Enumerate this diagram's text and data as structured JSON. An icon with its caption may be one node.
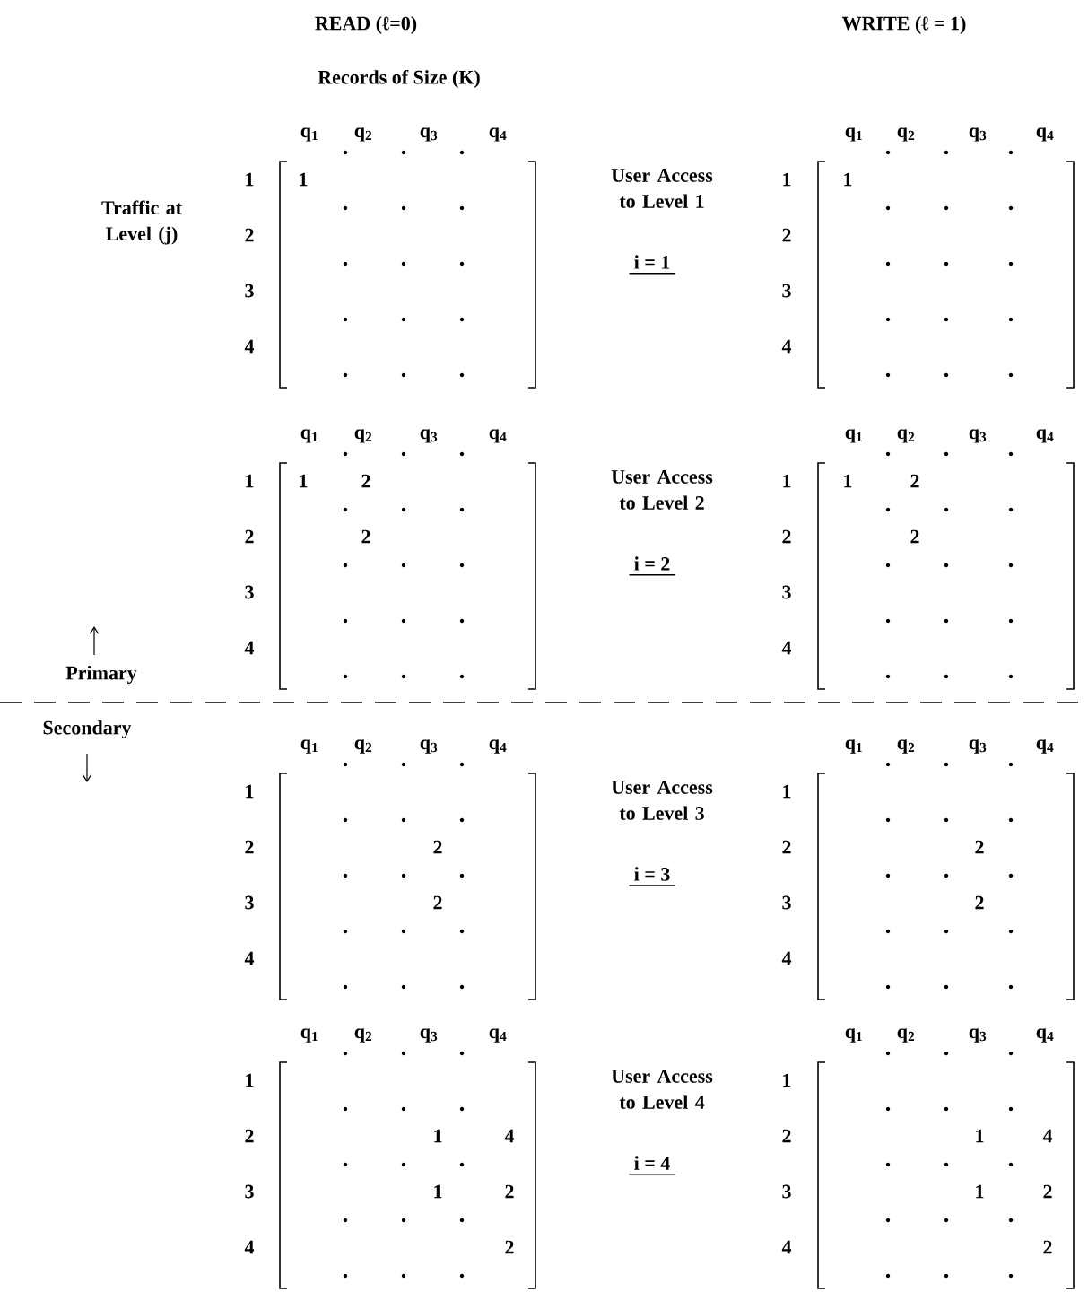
{
  "diagram": {
    "labels": [
      "READ (ℓ=0)",
      "WRITE (ℓ = 1)",
      "Records of Size (K)",
      "Traffic at Level (j)",
      "q$_{1}$",
      "q$_{2}$",
      "q$_{3}$",
      "q$_{4}$",
      "1",
      "2",
      "3",
      "4",
      "1",
      "User Access to Level 1",
      "i = 1",
      "q$_{1}$",
      "q$_{2}$",
      "q$_{3}$",
      "q$_{4}$",
      "1",
      "2",
      "3",
      "4",
      "1",
      "q$_{1}$",
      "q$_{2}$",
      "q$_{3}$",
      "q$_{4}$",
      "1",
      "2",
      "3",
      "4",
      "1",
      "2",
      "2",
      "User Access to Level 2",
      "i = 2",
      "q$_{1}$",
      "q$_{2}$",
      "q$_{3}$",
      "q$_{4}$",
      "1",
      "2",
      "3",
      "4",
      "1",
      "2",
      "2",
      "Primary",
      "Secondary",
      "q$_{1}$",
      "q$_{2}$",
      "q$_{3}$",
      "q$_{4}$",
      "1",
      "2",
      "3",
      "4",
      "2",
      "2",
      "User Access to Level 3",
      "i = 3",
      "q$_{1}$",
      "q$_{2}$",
      "q$_{3}$",
      "q$_{4}$",
      "1",
      "2",
      "3",
      "4",
      "2",
      "2",
      "q$_{1}$",
      "q$_{2}$",
      "q$_{3}$",
      "q$_{4}$",
      "1",
      "2",
      "3",
      "4",
      "1",
      "4",
      "1",
      "2",
      "2",
      "User Access to Level 4",
      "i = 4",
      "q$_{1}$",
      "q$_{2}$",
      "q$_{3}$",
      "q$_{4}$",
      "1",
      "2",
      "3",
      "4",
      "1",
      "4",
      "1",
      "2",
      "2"
    ]
  }
}
